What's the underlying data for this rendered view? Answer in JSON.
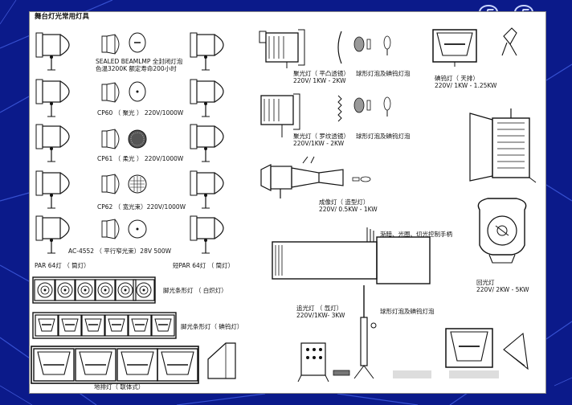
{
  "title": "舞台灯光常用灯具",
  "labels": {
    "sealed_beam": "SEALED BEAMLMP 全封闭灯泡\n色温3200K 额定寿命200小时",
    "cp60": "CP60 （ 聚光 ） 220V/1000W",
    "cp61": "CP61 （ 柔光 ） 220V/1000W",
    "cp62": "CP62 （ 宽光束）220V/1000W",
    "ac4552": "AC-4552 （ 平行窄光束）28V 500W",
    "par64": "PAR 64灯 （ 筒灯）",
    "short_par64": "短PAR 64灯 （ 筒灯）",
    "focus_plano": "聚光灯（ 平凸透镜）\n220V/ 1KW - 2KW",
    "bulb_type_1": "球形灯泡及碘钨灯泡",
    "flood": "碘钨灯（ 天排）\n220V/ 1KW - 1.25KW",
    "focus_fresnel": "聚光灯（ 罗纹透镜）\n220V/1KW - 2KW",
    "bulb_type_2": "球形灯泡及碘钨灯泡",
    "profile": "成像灯（ 造型灯）\n220V/ 0.5KW - 1KW",
    "dimmer_handle": "渐暗、光圈、切光控制手柄",
    "follow_spot": "追光灯 （ 氙灯）\n220V/1KW- 3KW",
    "bulb_type_3": "球形灯泡及碘钨灯泡",
    "cyc_light": "回光灯\n220V/ 2KW - 5KW",
    "foot_strip": "脚光条形灯 （ 白炽灯）",
    "foot_strip_halogen": "脚光条形灯（ 碘钨灯）",
    "ground_row": "地排灯（ 联体式）"
  },
  "colors": {
    "background": "#0b1a8a",
    "line_accent": "#3b56d8",
    "ink": "#111111"
  },
  "icons": [
    "par-can-icon",
    "bulb-icon",
    "fresnel-spotlight-icon",
    "flood-light-icon",
    "profile-spot-icon",
    "follow-spot-icon",
    "cyc-light-icon",
    "strip-light-icon",
    "logo-icon"
  ]
}
